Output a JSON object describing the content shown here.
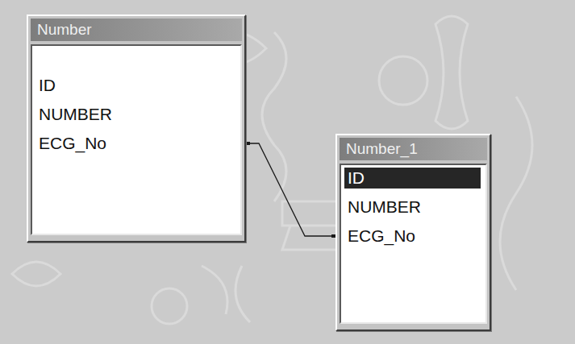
{
  "diagram": {
    "nodes": [
      {
        "text": [
          "Number",
          "ID",
          "NUMBER",
          "ECG_No"
        ]
      },
      {
        "text": [
          "Number_1",
          "ID",
          "NUMBER",
          "ECG_No"
        ]
      }
    ],
    "edges": [
      {
        "from": 0,
        "to": 1,
        "arrow": "none"
      }
    ]
  }
}
